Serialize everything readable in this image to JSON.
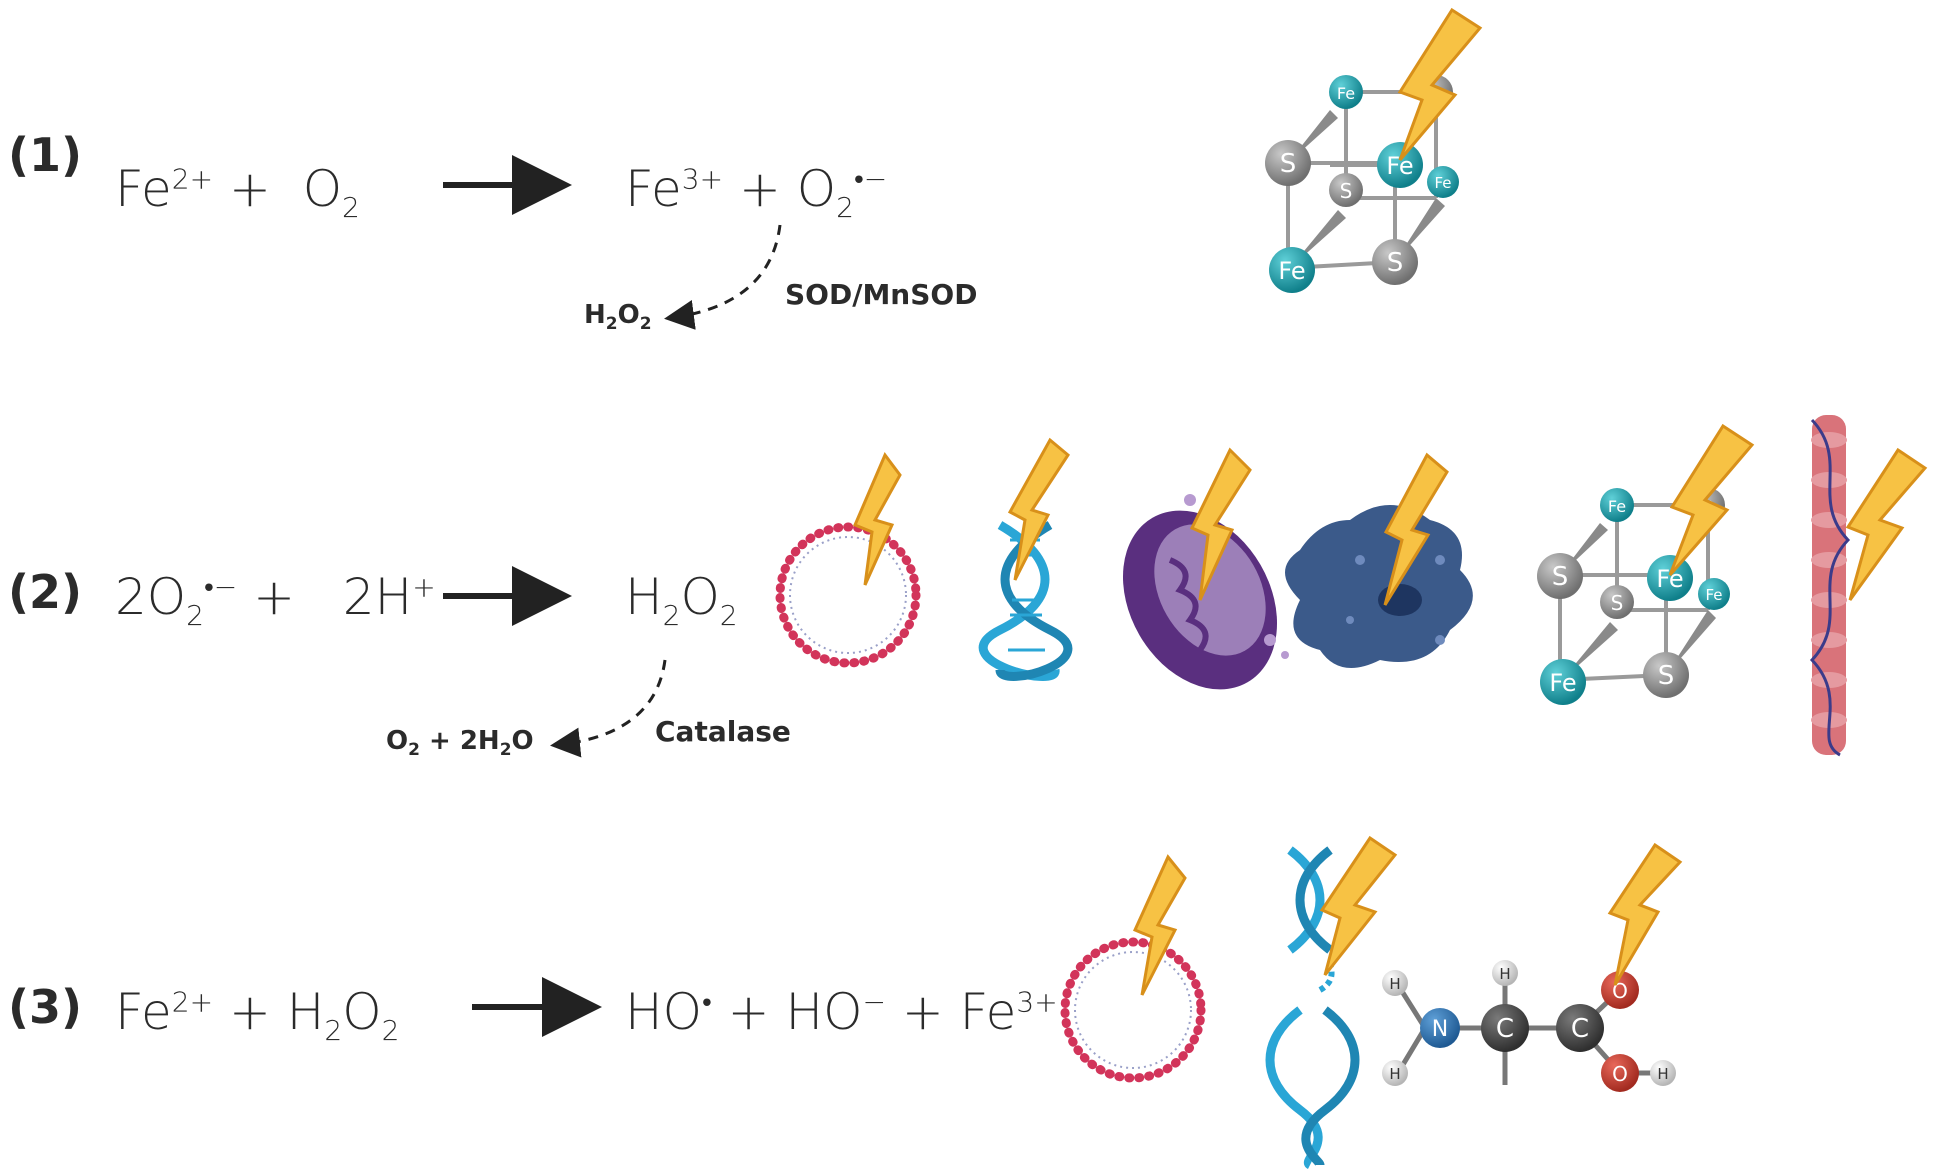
{
  "reactions": [
    {
      "number": "(1)",
      "left": {
        "a": "Fe",
        "a_sup": "2+",
        "plus": "+",
        "b": "O",
        "b_sub": "2"
      },
      "right": {
        "a": "Fe",
        "a_sup": "3+",
        "plus": "+",
        "b": "O",
        "b_sub": "2",
        "b_sup": "•−"
      },
      "branch": {
        "enzyme": "SOD/MnSOD",
        "product_a": "H",
        "product_a_sub": "2",
        "product_b": "O",
        "product_b_sub": "2"
      }
    },
    {
      "number": "(2)",
      "left": {
        "a": "2O",
        "a_sub": "2",
        "a_sup": "•−",
        "plus": "+",
        "b": "2H",
        "b_sup": "+"
      },
      "right": {
        "a": "H",
        "a_sub": "2",
        "b": "O",
        "b_sub": "2"
      },
      "branch": {
        "enzyme": "Catalase",
        "product": "O",
        "product_sub": "2",
        "product_mid": " + 2H",
        "product_sub2": "2",
        "product_end": "O"
      }
    },
    {
      "number": "(3)",
      "left": {
        "a": "Fe",
        "a_sup": "2+",
        "plus": "+",
        "b": "H",
        "b_sub": "2",
        "c": "O",
        "c_sub": "2"
      },
      "right": {
        "a": "HO",
        "a_sup": "•",
        "plus1": "+",
        "b": "HO",
        "b_sup": "−",
        "plus2": "+",
        "c": "Fe",
        "c_sup": "3+"
      }
    }
  ],
  "atoms": {
    "iron": "Fe",
    "sulfur": "S",
    "nitrogen": "N",
    "carbon": "C",
    "oxygen": "O",
    "hydrogen": "H"
  },
  "colors": {
    "iron": "#1a9aa6",
    "sulfur": "#8e8e8e",
    "bolt_fill": "#f7c244",
    "bolt_stroke": "#d8901a",
    "lipid_head": "#d2345a",
    "lipid_tail": "#9aa0c8",
    "dna": "#2aa6d6",
    "mito": "#6a3d8f",
    "cell": "#3b5a8a",
    "protein": "#d9737a",
    "oxygen": "#c0392b",
    "nitrogen": "#2e74b5",
    "carbon": "#444444"
  }
}
